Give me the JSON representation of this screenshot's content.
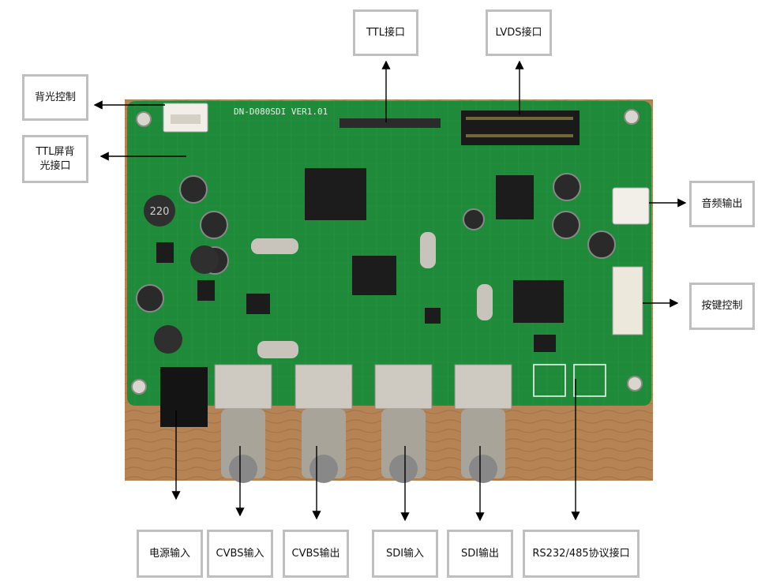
{
  "labels": {
    "ttl_interface": "TTL接口",
    "lvds_interface": "LVDS接口",
    "backlight_control": "背光控制",
    "ttl_backlight_line1": "TTL屏背",
    "ttl_backlight_line2": "光接口",
    "audio_out": "音频输出",
    "key_control": "按键控制",
    "power_in": "电源输入",
    "cvbs_in": "CVBS输入",
    "cvbs_out": "CVBS输出",
    "sdi_in": "SDI输入",
    "sdi_out": "SDI输出",
    "rs232_485": "RS232/485协议接口"
  },
  "board": {
    "silkscreen": "DN-D080SDI  VER1.01",
    "inductor_mark": "220",
    "colors": {
      "pcb": "#1f8a3a",
      "pcb_dark": "#156b2b",
      "wood": "#b07a45",
      "chip": "#1c1c1c",
      "metal": "#c9c4bb"
    }
  }
}
